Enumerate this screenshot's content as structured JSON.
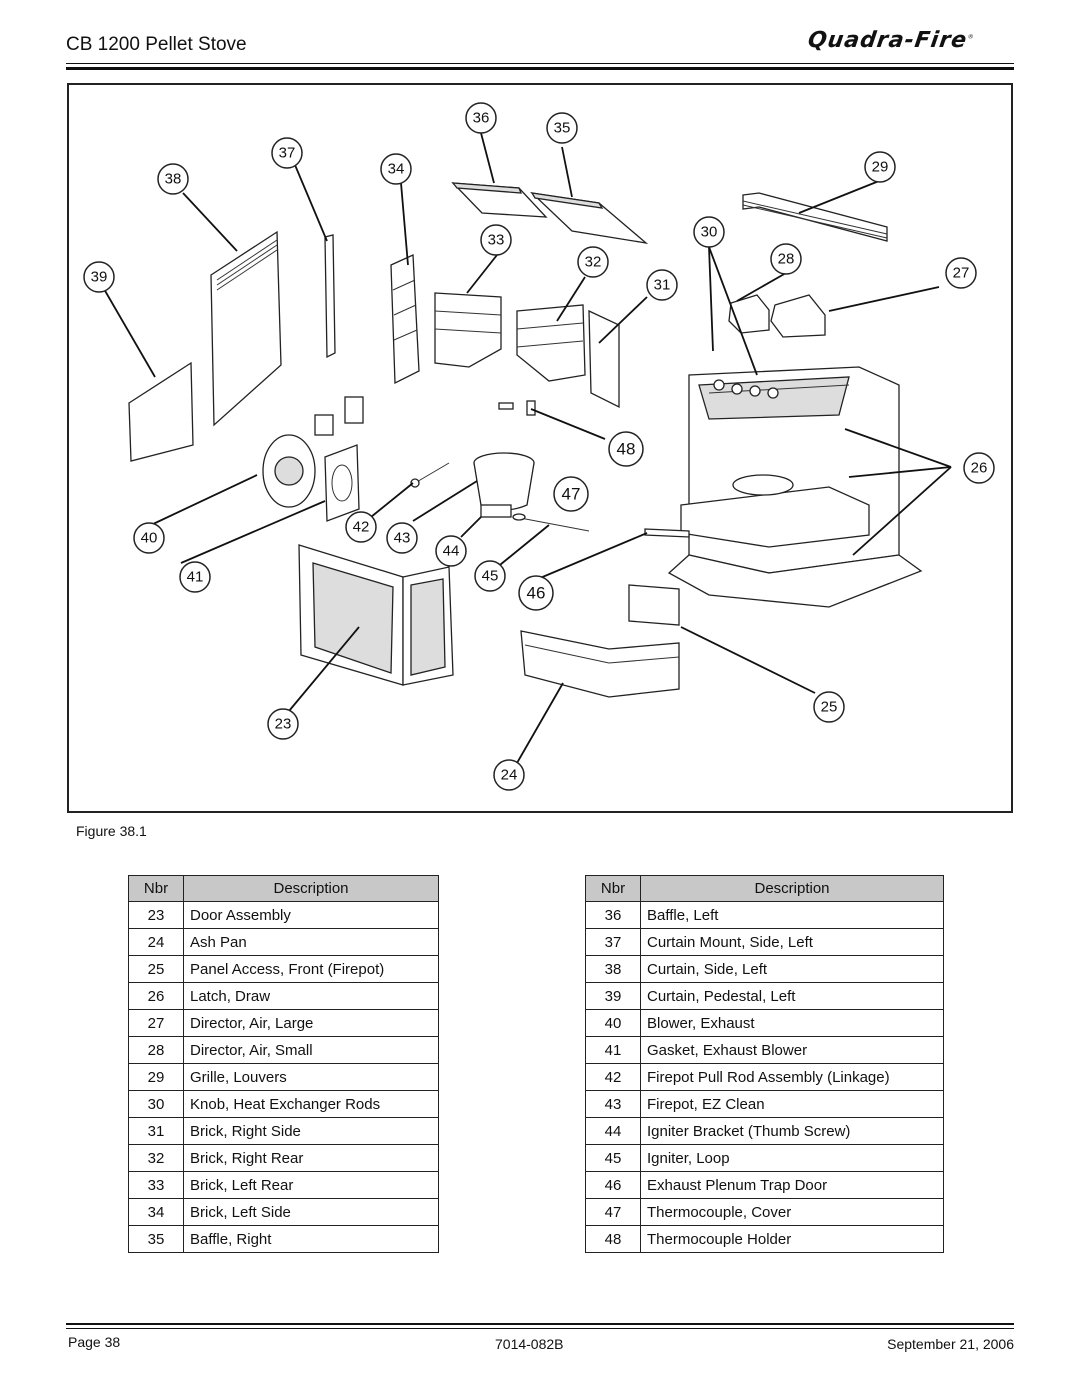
{
  "header": {
    "title": "CB 1200 Pellet Stove",
    "brand": "Quadra-Fire"
  },
  "figure": {
    "caption": "Figure 38.1",
    "callouts": [
      "23",
      "24",
      "25",
      "26",
      "27",
      "28",
      "29",
      "30",
      "31",
      "32",
      "33",
      "34",
      "35",
      "36",
      "37",
      "38",
      "39",
      "40",
      "41",
      "42",
      "43",
      "44",
      "45",
      "46",
      "47",
      "48"
    ]
  },
  "tables": {
    "header_nbr": "Nbr",
    "header_desc": "Description",
    "left": [
      {
        "nbr": "23",
        "desc": "Door Assembly"
      },
      {
        "nbr": "24",
        "desc": "Ash Pan"
      },
      {
        "nbr": "25",
        "desc": "Panel Access, Front (Firepot)"
      },
      {
        "nbr": "26",
        "desc": "Latch, Draw"
      },
      {
        "nbr": "27",
        "desc": "Director, Air, Large"
      },
      {
        "nbr": "28",
        "desc": "Director, Air, Small"
      },
      {
        "nbr": "29",
        "desc": "Grille, Louvers"
      },
      {
        "nbr": "30",
        "desc": "Knob, Heat Exchanger Rods"
      },
      {
        "nbr": "31",
        "desc": "Brick, Right Side"
      },
      {
        "nbr": "32",
        "desc": "Brick, Right Rear"
      },
      {
        "nbr": "33",
        "desc": "Brick, Left Rear"
      },
      {
        "nbr": "34",
        "desc": "Brick, Left Side"
      },
      {
        "nbr": "35",
        "desc": "Baffle, Right"
      }
    ],
    "right": [
      {
        "nbr": "36",
        "desc": "Baffle, Left"
      },
      {
        "nbr": "37",
        "desc": "Curtain Mount, Side, Left"
      },
      {
        "nbr": "38",
        "desc": "Curtain, Side, Left"
      },
      {
        "nbr": "39",
        "desc": "Curtain, Pedestal, Left"
      },
      {
        "nbr": "40",
        "desc": "Blower, Exhaust"
      },
      {
        "nbr": "41",
        "desc": "Gasket, Exhaust Blower"
      },
      {
        "nbr": "42",
        "desc": "Firepot Pull Rod Assembly (Linkage)"
      },
      {
        "nbr": "43",
        "desc": "Firepot, EZ Clean"
      },
      {
        "nbr": "44",
        "desc": "Igniter Bracket (Thumb Screw)"
      },
      {
        "nbr": "45",
        "desc": "Igniter, Loop"
      },
      {
        "nbr": "46",
        "desc": "Exhaust Plenum Trap Door"
      },
      {
        "nbr": "47",
        "desc": "Thermocouple, Cover"
      },
      {
        "nbr": "48",
        "desc": "Thermocouple Holder"
      }
    ]
  },
  "footer": {
    "page": "Page  38",
    "code": "7014-082B",
    "date": "September 21, 2006"
  }
}
